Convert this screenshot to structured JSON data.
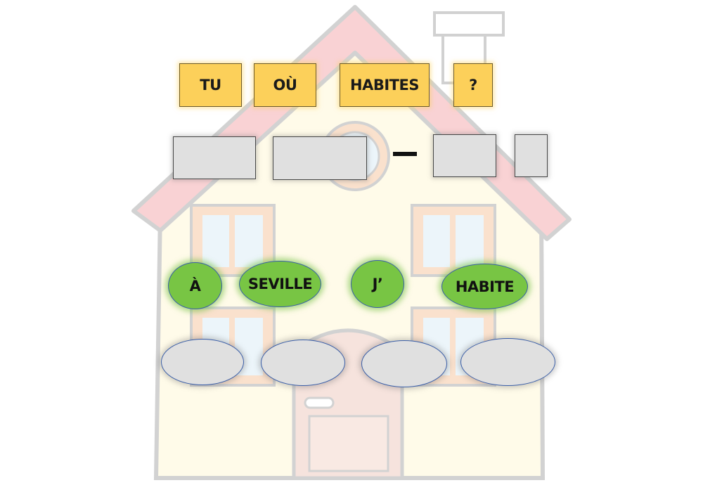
{
  "question_words": [
    {
      "label": "TU"
    },
    {
      "label": "OÙ"
    },
    {
      "label": "HABITES"
    },
    {
      "label": "?"
    }
  ],
  "question_slot_count": 4,
  "answer_words": [
    {
      "label": "À"
    },
    {
      "label": "SEVILLE"
    },
    {
      "label": "J’"
    },
    {
      "label": "HABITE"
    }
  ],
  "answer_slot_count": 4,
  "separator": "–",
  "colors": {
    "question_card": "#fcd05a",
    "answer_bubble": "#78c544",
    "empty_slot": "#e0e0e0",
    "roof": "#f08a90",
    "walls": "#fff7c8",
    "window_frame": "#f2b27e",
    "window_glass": "#cfe6f3",
    "door": "#e8b8a8"
  }
}
